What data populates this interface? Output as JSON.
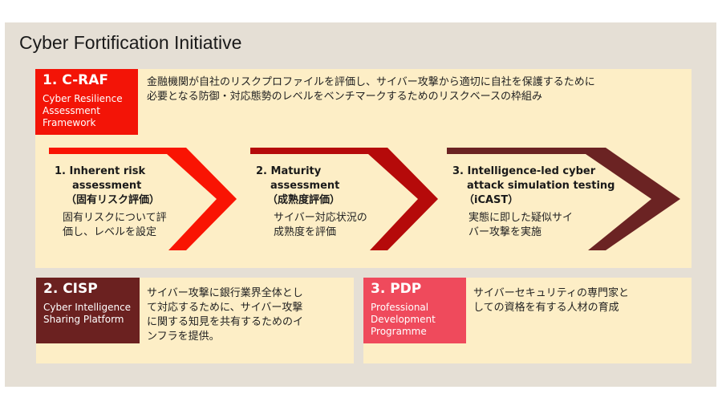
{
  "title": "Cyber Fortification Initiative",
  "craf": {
    "heading": "1. C-RAF",
    "subtitle": "Cyber Resilience Assessment Framework",
    "color": "#f31407",
    "description_lines": [
      "金融機関が自社のリスクプロファイルを評価し、サイバー攻撃から適切に自社を保護するために",
      "必要となる防御・対応態勢のレベルをベンチマークするためのリスクベースの枠組み"
    ],
    "steps": [
      {
        "title_lines": [
          "1.  Inherent risk",
          "assessment",
          "（固有リスク評価）"
        ],
        "desc_lines": [
          "固有リスクについて評",
          "価し、レベルを設定"
        ],
        "color": "#f91403"
      },
      {
        "title_lines": [
          "2. Maturity",
          "assessment",
          "（成熟度評価）"
        ],
        "desc_lines": [
          "サイバー対応状況の",
          "成熟度を評価"
        ],
        "color": "#b50a0a"
      },
      {
        "title_lines": [
          "3. Intelligence-led cyber",
          "attack simulation testing",
          "（iCAST）"
        ],
        "desc_lines": [
          "実態に即した疑似サイ",
          "バー攻撃を実施"
        ],
        "color": "#6b2323"
      }
    ]
  },
  "cisp": {
    "heading": "2. CISP",
    "subtitle": "Cyber Intelligence Sharing Platform",
    "color": "#6b2120",
    "description_lines": [
      "サイバー攻撃に銀行業界全体とし",
      "て対応するために、サイバー攻撃",
      "に関する知見を共有するためのイ",
      "ンフラを提供。"
    ]
  },
  "pdp": {
    "heading": "3. PDP",
    "subtitle": "Professional Development Programme",
    "color": "#ef4a5c",
    "description_lines": [
      "サイバーセキュリティの専門家と",
      "しての資格を有する人材の育成"
    ]
  }
}
